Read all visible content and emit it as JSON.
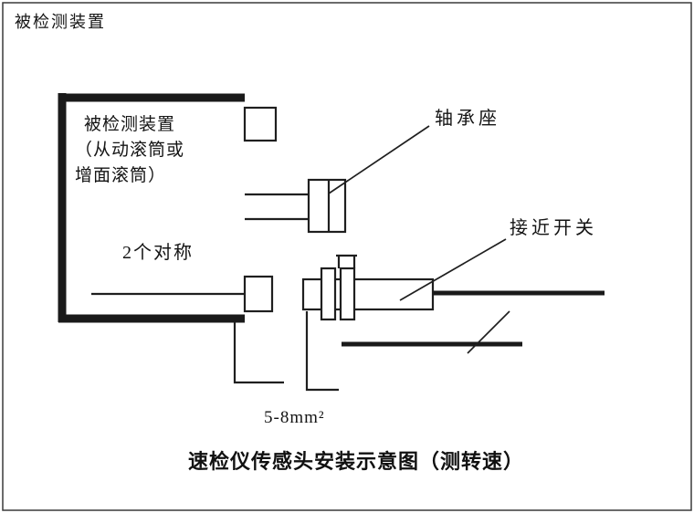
{
  "header": {
    "corner_label": "被检测装置"
  },
  "diagram": {
    "device_label": {
      "line1": "被检测装置",
      "line2": "（从动滚筒或",
      "line3": "增面滚筒）"
    },
    "symmetry_note": "2个对称",
    "callouts": {
      "bearing_seat": "轴承座",
      "proximity_switch": "接近开关"
    },
    "wire_gauge": "5-8mm²"
  },
  "footer": {
    "title": "速检仪传感头安装示意图（测转速）"
  },
  "colors": {
    "line": "#1f1f1f",
    "background": "#ffffff"
  }
}
